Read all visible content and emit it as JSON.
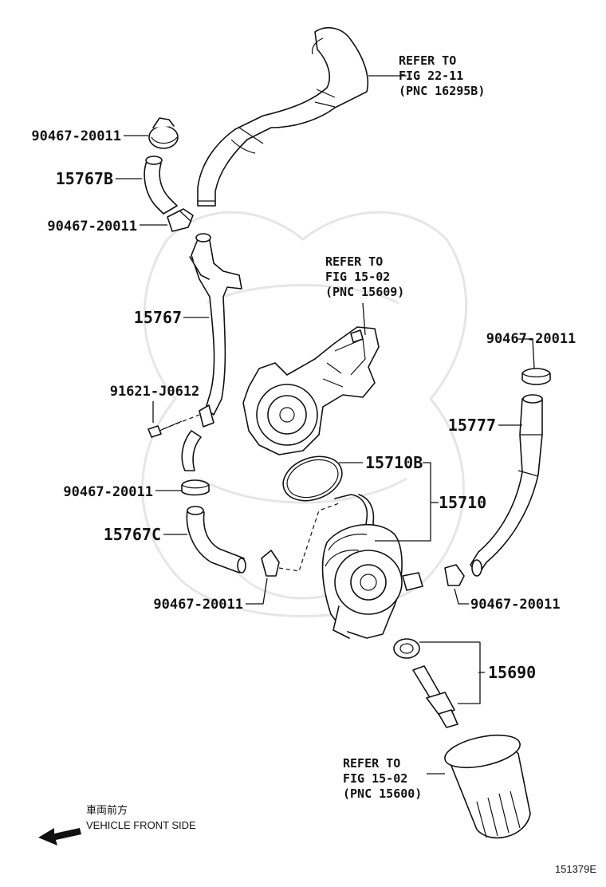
{
  "labels": {
    "clamp_top": "90467-20011",
    "hose_15767b": "15767B",
    "clamp_upper": "90467-20011",
    "pipe_15767": "15767",
    "bolt": "91621-J0612",
    "clamp_left": "90467-20011",
    "hose_15767c": "15767C",
    "clamp_bottom": "90467-20011",
    "gasket": "15710B",
    "cooler": "15710",
    "clamp_right_top": "90467-20011",
    "hose_15777": "15777",
    "clamp_right_bottom": "90467-20011",
    "union_bolt": "15690"
  },
  "refs": {
    "hose_ref": [
      "REFER TO",
      "FIG 22-11",
      "(PNC 16295B)"
    ],
    "pump_ref": [
      "REFER TO",
      "FIG 15-02",
      "(PNC 15609)"
    ],
    "filter_ref": [
      "REFER TO",
      "FIG 15-02",
      "(PNC 15600)"
    ]
  },
  "front": {
    "japanese": "車両前方",
    "english": "VEHICLE FRONT SIDE"
  },
  "figure_id": "151379E"
}
